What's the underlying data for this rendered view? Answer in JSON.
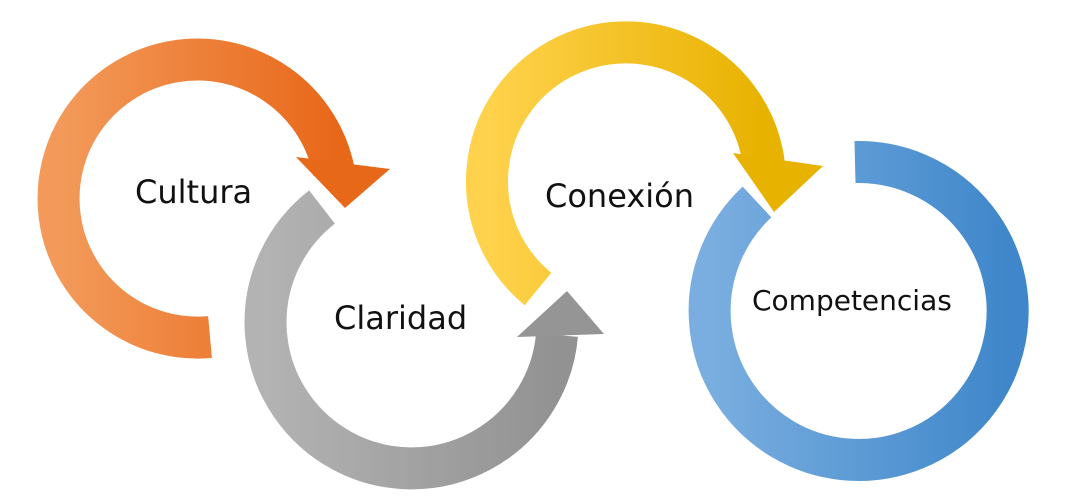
{
  "steps": [
    {
      "label": "Cultura",
      "color": "#EE7A2E"
    },
    {
      "label": "Claridad",
      "color": "#A3A3A3"
    },
    {
      "label": "Conexión",
      "color": "#FBC02D"
    },
    {
      "label": "Competencias",
      "color": "#5B9BD5"
    }
  ]
}
